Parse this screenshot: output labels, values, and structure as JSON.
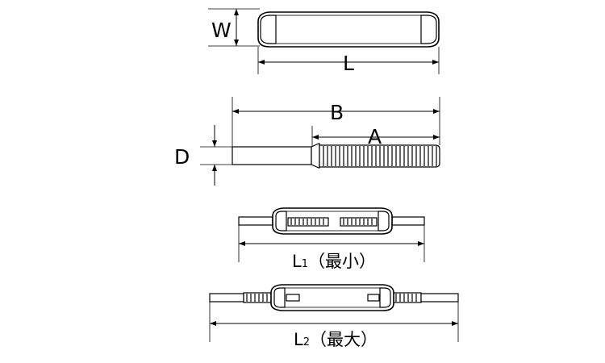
{
  "labels": {
    "w": "W",
    "l": "L",
    "b": "B",
    "a": "A",
    "d": "D",
    "l1_main": "L",
    "l1_sub": "1",
    "l1_note": "（最小）",
    "l2_main": "L",
    "l2_sub": "2",
    "l2_note": "（最大）"
  }
}
